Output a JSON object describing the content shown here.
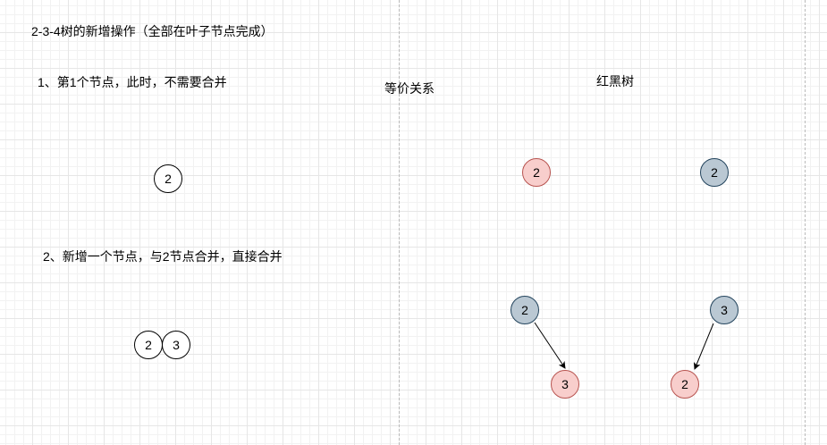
{
  "title": "2-3-4树的新增操作（全部在叶子节点完成）",
  "step1": "1、第1个节点，此时，不需要合并",
  "step2": "2、新增一个节点，与2节点合并，直接合并",
  "equivalence_label": "等价关系",
  "rbtree_label": "红黑树",
  "colors": {
    "red_fill": "#f8cecc",
    "red_stroke": "#b85450",
    "black_fill": "#bac8d3",
    "black_stroke": "#23445d"
  },
  "step1_nodes": {
    "tree234": "2",
    "equiv": "2",
    "rb": "2"
  },
  "step2_nodes": {
    "tree234": [
      "2",
      "3"
    ],
    "equiv_root": "2",
    "equiv_child": "3",
    "rb_root": "3",
    "rb_child": "2"
  }
}
